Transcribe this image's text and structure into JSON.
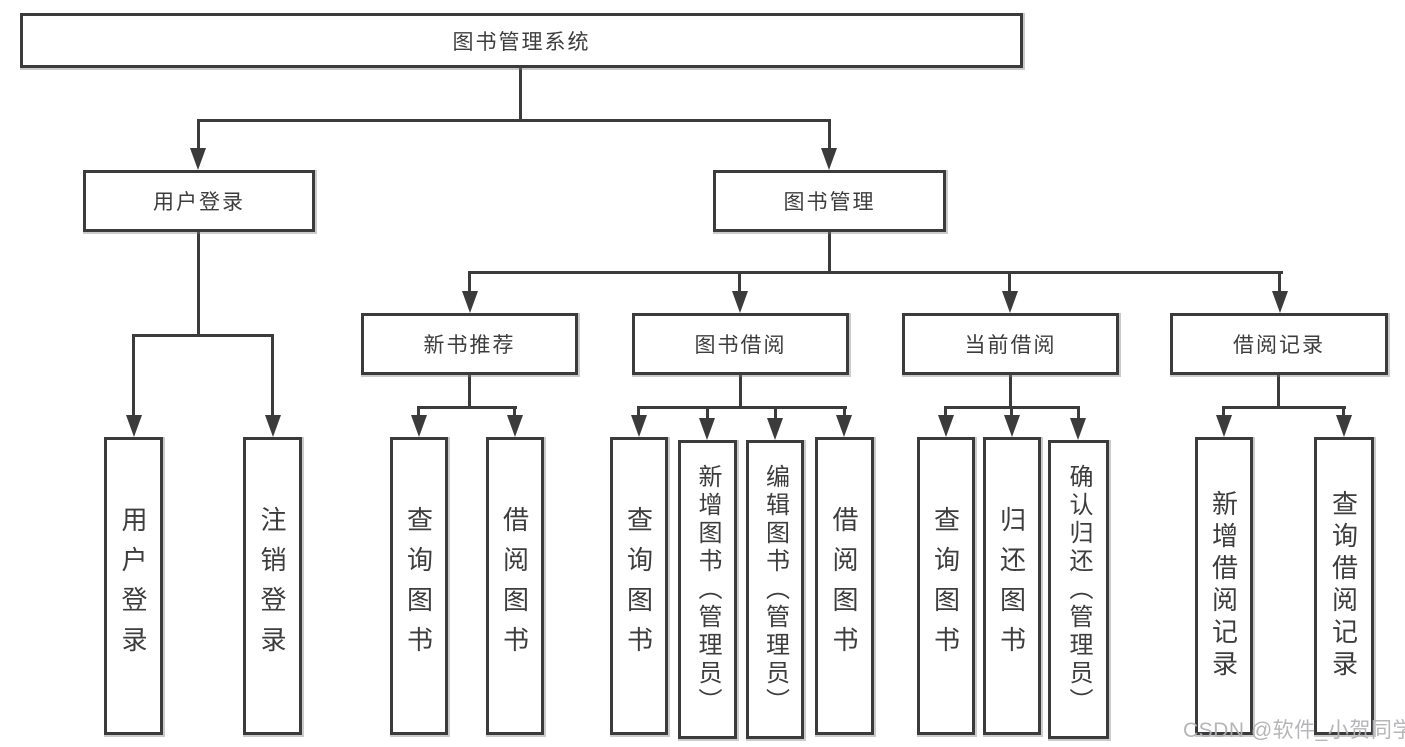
{
  "tree": {
    "root": "图书管理系统",
    "user": {
      "label": "用户登录",
      "children": [
        "用户登录",
        "注销登录"
      ]
    },
    "mgmt": {
      "label": "图书管理",
      "sections": [
        {
          "label": "新书推荐",
          "children": [
            "查询图书",
            "借阅图书"
          ]
        },
        {
          "label": "图书借阅",
          "children": [
            "查询图书",
            "新增图书（管理员）",
            "编辑图书（管理员）",
            "借阅图书"
          ]
        },
        {
          "label": "当前借阅",
          "children": [
            "查询图书",
            "归还图书",
            "确认归还（管理员）"
          ]
        },
        {
          "label": "借阅记录",
          "children": [
            "新增借阅记录",
            "查询借阅记录"
          ]
        }
      ]
    }
  },
  "watermark": {
    "text": "CSDN @软件_小贺同学"
  },
  "colors": {
    "line": "#3b3b3b",
    "text": "#3d3d3d",
    "watermark": "#b3b3b6"
  }
}
